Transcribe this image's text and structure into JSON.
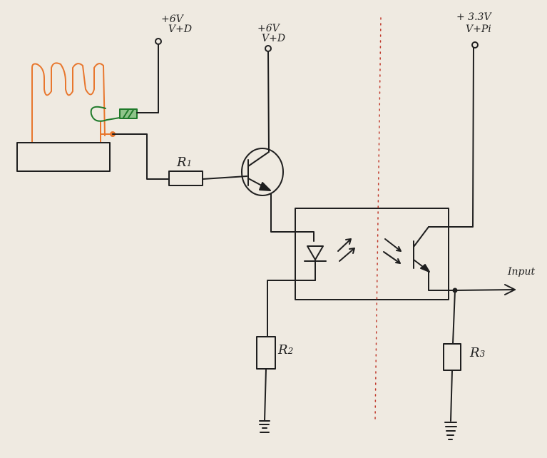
{
  "labels": {
    "supply_left_voltage": "+6V",
    "supply_left_name": "V+D",
    "supply_mid_voltage": "+6V",
    "supply_mid_name": "V+D",
    "supply_right_voltage": "+ 3.3V",
    "supply_right_name": "V+Pi",
    "r1_main": "R",
    "r1_sub": "1",
    "r2_main": "R",
    "r2_sub": "2",
    "r3_main": "R",
    "r3_sub": "3",
    "output_label": "Input"
  },
  "colors": {
    "ink": "#1f1f1f",
    "heater": "#e8772e",
    "switch_green": "#1f7a2a",
    "divider": "#c0392b",
    "paper": "#efeae1"
  }
}
